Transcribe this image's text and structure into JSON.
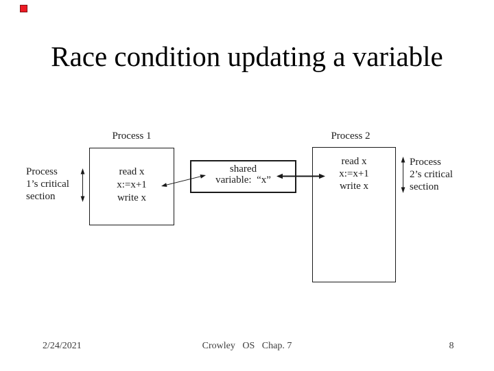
{
  "slide": {
    "title": "Race condition updating a variable",
    "corner_marker_color": "#ed1b24"
  },
  "diagram": {
    "process1": {
      "label": "Process 1",
      "steps": [
        "read x",
        "x:=x+1",
        "write x"
      ],
      "critical_lines": [
        "Process",
        "1’s critical",
        "section"
      ]
    },
    "process2": {
      "label": "Process 2",
      "steps": [
        "read x",
        "x:=x+1",
        "write x"
      ],
      "critical_lines": [
        "Process",
        "2’s critical",
        "section"
      ]
    },
    "shared": {
      "lines": [
        "shared",
        "variable:  “x”"
      ]
    },
    "arrow_color": "#1a1a1a"
  },
  "footer": {
    "date": "2/24/2021",
    "center": "Crowley   OS   Chap. 7",
    "page_number": "8"
  }
}
